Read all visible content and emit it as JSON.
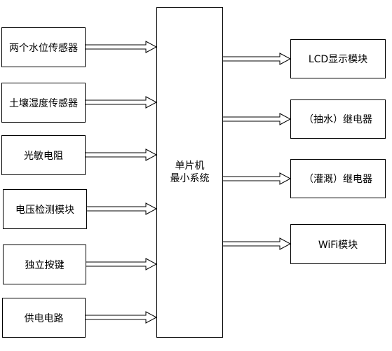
{
  "inputs": [
    {
      "label": "两个水位传感器"
    },
    {
      "label": "土壤湿度传感器"
    },
    {
      "label": "光敏电阻"
    },
    {
      "label": "电压检测模块"
    },
    {
      "label": "独立按键"
    },
    {
      "label": "供电电路"
    }
  ],
  "mcu": {
    "line1": "单片机",
    "line2": "最小系统"
  },
  "outputs": [
    {
      "label": "LCD显示模块"
    },
    {
      "label": "（抽水）继电器"
    },
    {
      "label": "（灌溉）继电器"
    },
    {
      "label": "WiFi模块"
    }
  ]
}
